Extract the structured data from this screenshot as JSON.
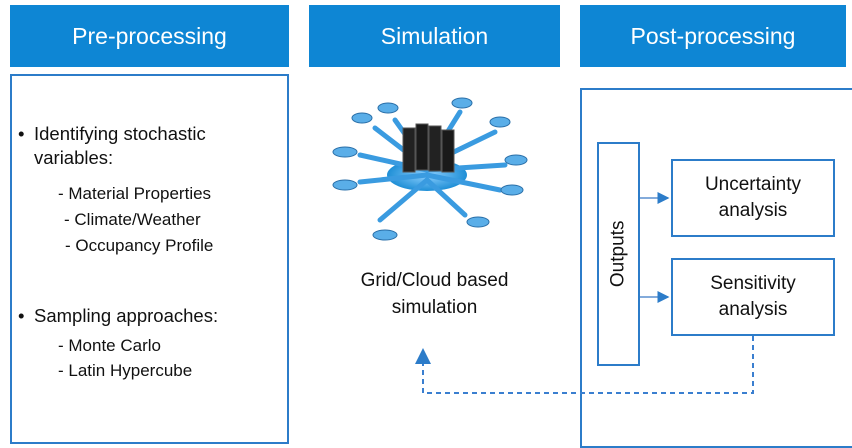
{
  "headers": {
    "pre": "Pre-processing",
    "sim": "Simulation",
    "post": "Post-processing"
  },
  "pre": {
    "bullet1_line1": "Identifying  stochastic",
    "bullet1_line2": "variables:",
    "var1": "- Material Properties",
    "var2": "- Climate/Weather",
    "var3": "- Occupancy Profile",
    "bullet2": "Sampling approaches:",
    "samp1": "- Monte Carlo",
    "samp2": "- Latin Hypercube"
  },
  "sim": {
    "label_line1": "Grid/Cloud based",
    "label_line2": "simulation"
  },
  "post": {
    "outputs": "Outputs",
    "uncert_line1": "Uncertainty",
    "uncert_line2": "analysis",
    "sens_line1": "Sensitivity",
    "sens_line2": "analysis"
  },
  "colors": {
    "header_bg": "#0e86d4",
    "border": "#2c7cc9",
    "arrow": "#3a9be0"
  }
}
